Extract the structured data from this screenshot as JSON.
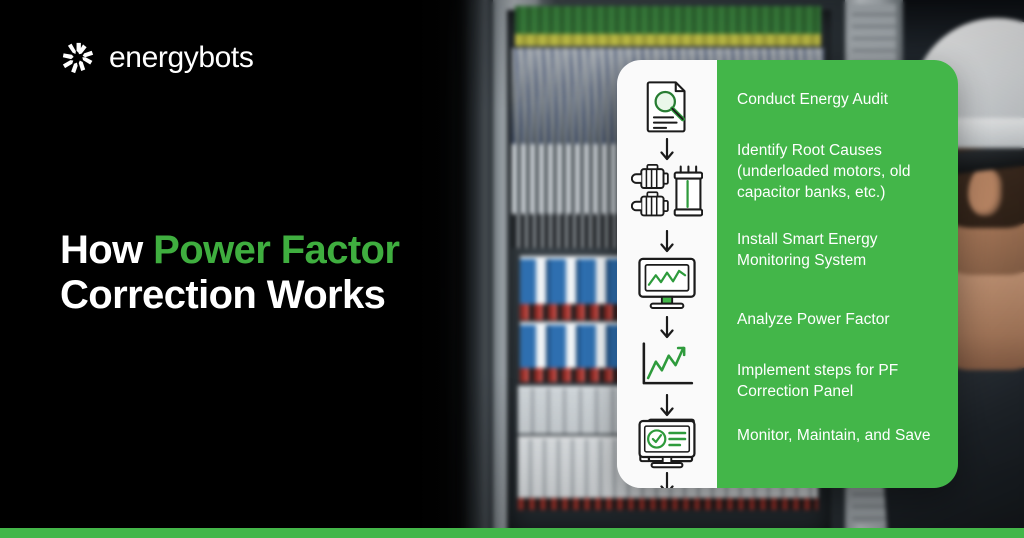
{
  "brand": {
    "name": "energybots",
    "logo_icon": "energybots-snowflake-mark"
  },
  "headline": {
    "part1": "How ",
    "accent": "Power Factor",
    "part2": "Correction Works"
  },
  "colors": {
    "green": "#43b649",
    "accent_green": "#3fae3f",
    "background": "#000000",
    "card_icon_bg": "#fafafa",
    "text_white": "#ffffff",
    "icon_stroke": "#1b1b1b"
  },
  "card": {
    "steps": [
      {
        "icon": "document-magnifier-icon",
        "label": "Conduct Energy Audit"
      },
      {
        "icon": "motors-capacitor-bank-icon",
        "label": "Identify Root Causes (underloaded motors, old capacitor banks, etc.)"
      },
      {
        "icon": "monitor-line-chart-icon",
        "label": "Install Smart Energy Monitoring System"
      },
      {
        "icon": "line-graph-axes-icon",
        "label": "Analyze Power Factor"
      },
      {
        "icon": "electrical-panel-hazard-icon",
        "label": "Implement steps for PF Correction Panel"
      },
      {
        "icon": "monitor-checklist-icon",
        "label": "Monitor, Maintain, and Save"
      }
    ],
    "connector_icon": "down-arrow-icon"
  },
  "background": {
    "scene": "electrical-control-panel-photo",
    "subject": "technician-with-white-hard-hat"
  }
}
